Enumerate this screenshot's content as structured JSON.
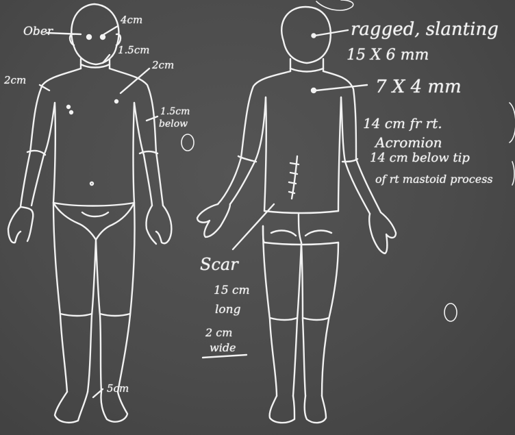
{
  "figures": [
    "front",
    "back"
  ],
  "colors": {
    "paper": "#4b4b4b",
    "ink": "#f2f2f2"
  },
  "front_annotations": {
    "head_left": "Ober",
    "head_right": "4cm",
    "neck": "1.5cm",
    "shoulder_left": "2cm",
    "chest_right": "2cm",
    "upper_arm_right_1": "1.5cm",
    "upper_arm_right_2": "below",
    "ankle": "5cm"
  },
  "back_annotations": {
    "head_line1": "ragged, slanting",
    "head_line2": "15 X 6 mm",
    "upper_back": "7 X 4 mm",
    "location_1": "14 cm fr rt.",
    "location_2": "Acromion",
    "location_3": "14 cm below tip",
    "location_4": "of rt mastoid process",
    "scar_1": "Scar",
    "scar_2": "15 cm",
    "scar_3": "long",
    "scar_4": "2 cm",
    "scar_5": "wide"
  }
}
